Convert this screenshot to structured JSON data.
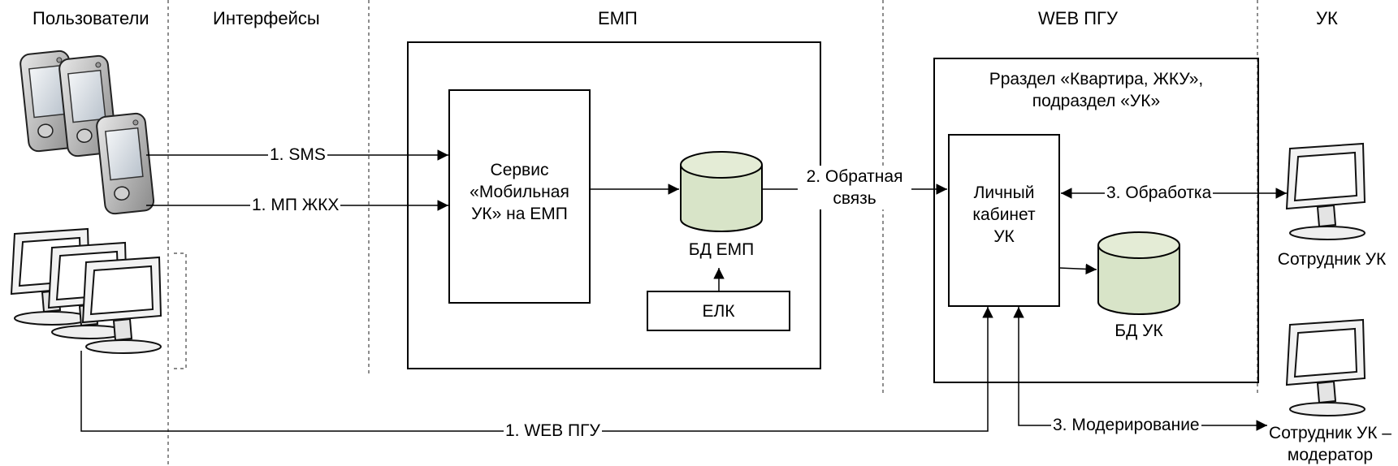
{
  "columns": {
    "users": "Пользователи",
    "interfaces": "Интерфейсы",
    "emp": "ЕМП",
    "web_pgu": "WEB ПГУ",
    "uk": "УК"
  },
  "emp": {
    "service": "Сервис\n«Мобильная\nУК»  на ЕМП",
    "db": "БД ЕМП",
    "elk": "ЕЛК"
  },
  "web": {
    "section": "Рраздел «Квартира, ЖКУ»,\nподраздел «УК»",
    "cabinet": "Личный\nкабинет\nУК",
    "db": "БД УК"
  },
  "flows": {
    "sms": "1. SMS",
    "mp": "1. МП ЖКХ",
    "feedback": "2. Обратная\nсвязь",
    "processing": "3. Обработка",
    "web_pgu": "1. WEB ПГУ",
    "moderation": "3. Модерирование"
  },
  "uk_staff": {
    "employee": "Сотрудник УК",
    "moderator": "Сотрудник УК –\nмодератор"
  }
}
